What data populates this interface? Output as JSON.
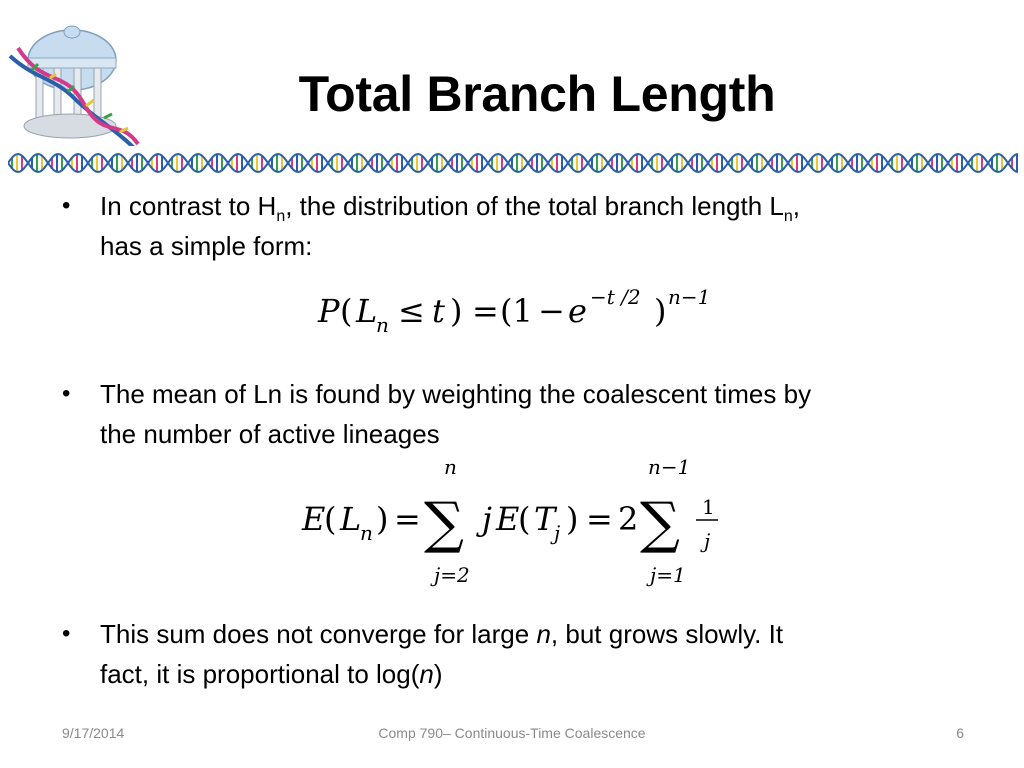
{
  "slide": {
    "title": "Total Branch Length",
    "bullets": [
      {
        "part1": "In contrast to H",
        "sub1": "n",
        "part2": ", the distribution of the total branch length L",
        "sub2": "n",
        "part3": ",",
        "line2": "has a simple form:"
      },
      {
        "line1": "The mean of Ln is found by weighting the coalescent times by",
        "line2": "the number of active lineages"
      },
      {
        "line1_a": "This sum does not converge for large ",
        "line1_n": "n",
        "line1_b": ", but grows slowly. It",
        "line2_a": "fact, it is proportional to log(",
        "line2_n": "n",
        "line2_b": ")"
      }
    ],
    "equation1": {
      "P": "P",
      "open": "(",
      "L": "L",
      "Lsub": "n",
      "leq": "≤",
      "t": "t",
      "close": ")",
      "eq": "=",
      "open2": "(1",
      "minus": "−",
      "e": "e",
      "exp": "−t /2",
      "close2": ")",
      "pow": "n−1"
    },
    "equation2": {
      "E": "E",
      "open": "(",
      "L": "L",
      "Lsub": "n",
      "close": ")",
      "eq": "=",
      "sum1_top": "n",
      "sum1_bottom": "j=2",
      "sigma": "∑",
      "j": "j",
      "E2": "E",
      "open2": "(",
      "T": "T",
      "Tsub": "j",
      "close2": ")",
      "eq2": "=",
      "two": "2",
      "sum2_top": "n−1",
      "sum2_bottom": "j=1",
      "frac_num": "1",
      "frac_den": "j"
    }
  },
  "footer": {
    "date": "9/17/2014",
    "course": "Comp 790– Continuous-Time Coalescence",
    "page": "6"
  },
  "colors": {
    "footer_text": "#8a8a8a",
    "dome": "#b9d4ea",
    "dna_blue": "#2b5fa8",
    "dna_pink": "#d23a8a",
    "dna_green": "#3aa14a",
    "dna_yellow": "#e5c83a"
  }
}
